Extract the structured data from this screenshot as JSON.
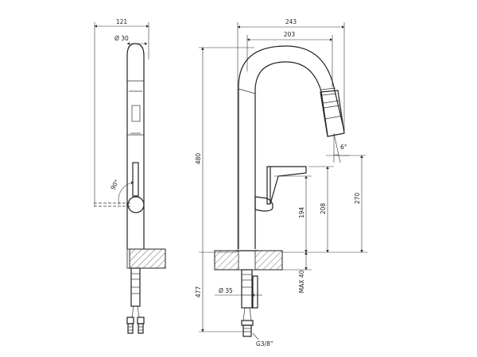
{
  "dimensions": {
    "side_width": "121",
    "side_diameter": "Ø 30",
    "lever_angle": "90°",
    "overall_reach": "243",
    "spout_reach": "203",
    "total_height": "480",
    "spray_angle": "6°",
    "spout_height": "270",
    "lever_height": "208",
    "body_height": "194",
    "below_deck": "477",
    "deck_thickness": "MAX 40",
    "hole_diameter": "Ø 35",
    "connection": "G3/8\""
  },
  "colors": {
    "line": "#222222",
    "hatch": "#444444",
    "background": "#ffffff"
  }
}
